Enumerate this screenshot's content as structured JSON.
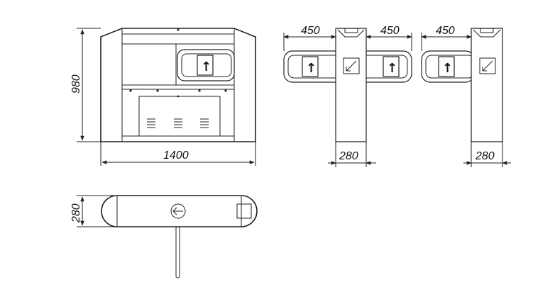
{
  "dimensions": {
    "front_height": "980",
    "front_width": "1400",
    "side_arm_left": "450",
    "side_arm_right": "450",
    "side_arm_third": "450",
    "side_depth_a": "280",
    "side_depth_b": "280",
    "top_depth": "280"
  },
  "icons": {
    "up_arrow": "up-arrow-icon",
    "diagonal_arrow": "diagonal-arrow-icon",
    "rotation_indicator": "rotation-arrow-icon",
    "vent": "vent-grille-icon"
  },
  "glyphs": {
    "up_arrow": "↑"
  }
}
